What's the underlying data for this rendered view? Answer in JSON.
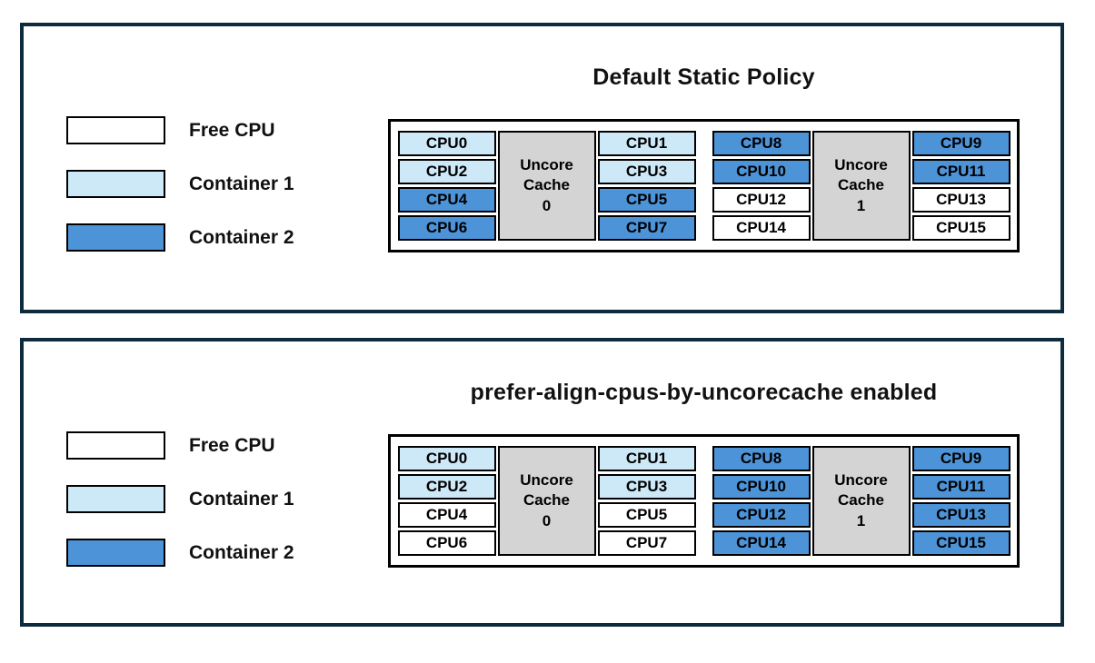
{
  "colors": {
    "free_cpu": "#ffffff",
    "container1": "#cde8f6",
    "container2": "#4d93d8",
    "uncore_cache": "#d4d4d4",
    "panel_border": "#0e2b3d",
    "cell_border": "#000000",
    "text": "#111111"
  },
  "legend": {
    "items": [
      {
        "label": "Free CPU",
        "state": "free"
      },
      {
        "label": "Container 1",
        "state": "container1"
      },
      {
        "label": "Container 2",
        "state": "container2"
      }
    ]
  },
  "panels": [
    {
      "title": "Default Static Policy",
      "blocks": [
        {
          "cache_lines": [
            "Uncore",
            "Cache",
            "0"
          ],
          "left": [
            {
              "label": "CPU0",
              "state": "container1"
            },
            {
              "label": "CPU2",
              "state": "container1"
            },
            {
              "label": "CPU4",
              "state": "container2"
            },
            {
              "label": "CPU6",
              "state": "container2"
            }
          ],
          "right": [
            {
              "label": "CPU1",
              "state": "container1"
            },
            {
              "label": "CPU3",
              "state": "container1"
            },
            {
              "label": "CPU5",
              "state": "container2"
            },
            {
              "label": "CPU7",
              "state": "container2"
            }
          ]
        },
        {
          "cache_lines": [
            "Uncore",
            "Cache",
            "1"
          ],
          "left": [
            {
              "label": "CPU8",
              "state": "container2"
            },
            {
              "label": "CPU10",
              "state": "container2"
            },
            {
              "label": "CPU12",
              "state": "free"
            },
            {
              "label": "CPU14",
              "state": "free"
            }
          ],
          "right": [
            {
              "label": "CPU9",
              "state": "container2"
            },
            {
              "label": "CPU11",
              "state": "container2"
            },
            {
              "label": "CPU13",
              "state": "free"
            },
            {
              "label": "CPU15",
              "state": "free"
            }
          ]
        }
      ]
    },
    {
      "title": "prefer-align-cpus-by-uncorecache enabled",
      "blocks": [
        {
          "cache_lines": [
            "Uncore",
            "Cache",
            "0"
          ],
          "left": [
            {
              "label": "CPU0",
              "state": "container1"
            },
            {
              "label": "CPU2",
              "state": "container1"
            },
            {
              "label": "CPU4",
              "state": "free"
            },
            {
              "label": "CPU6",
              "state": "free"
            }
          ],
          "right": [
            {
              "label": "CPU1",
              "state": "container1"
            },
            {
              "label": "CPU3",
              "state": "container1"
            },
            {
              "label": "CPU5",
              "state": "free"
            },
            {
              "label": "CPU7",
              "state": "free"
            }
          ]
        },
        {
          "cache_lines": [
            "Uncore",
            "Cache",
            "1"
          ],
          "left": [
            {
              "label": "CPU8",
              "state": "container2"
            },
            {
              "label": "CPU10",
              "state": "container2"
            },
            {
              "label": "CPU12",
              "state": "container2"
            },
            {
              "label": "CPU14",
              "state": "container2"
            }
          ],
          "right": [
            {
              "label": "CPU9",
              "state": "container2"
            },
            {
              "label": "CPU11",
              "state": "container2"
            },
            {
              "label": "CPU13",
              "state": "container2"
            },
            {
              "label": "CPU15",
              "state": "container2"
            }
          ]
        }
      ]
    }
  ]
}
